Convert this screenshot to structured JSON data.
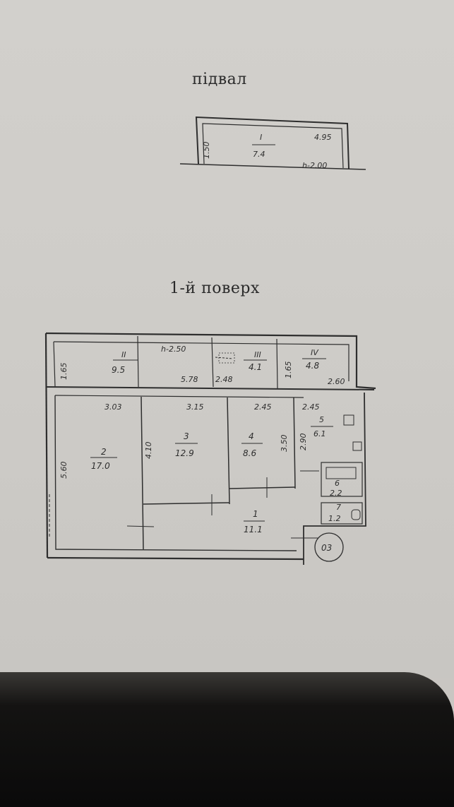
{
  "titles": {
    "basement": "підвал",
    "floor1": "1-й поверх"
  },
  "basement": {
    "room_number": "I",
    "area": "7.4",
    "dims": {
      "width": "4.95",
      "depth": "1.50"
    },
    "height": "h-2.00"
  },
  "floor1": {
    "height": "h-2.50",
    "room_labels": [
      {
        "num": "II",
        "area": "9.5"
      },
      {
        "num": "III",
        "area": "4.1"
      },
      {
        "num": "IV",
        "area": "4.8"
      },
      {
        "num": "2",
        "area": "17.0"
      },
      {
        "num": "3",
        "area": "12.9"
      },
      {
        "num": "4",
        "area": "8.6"
      },
      {
        "num": "5",
        "area": "6.1"
      },
      {
        "num": "1",
        "area": "11.1"
      },
      {
        "num": "6",
        "area": "2.2"
      },
      {
        "num": "7",
        "area": "1.2"
      }
    ],
    "dims": [
      "1.65",
      "5.78",
      "2.48",
      "1.65",
      "2.60",
      "3.03",
      "3.15",
      "2.45",
      "2.45",
      "5.60",
      "4.10",
      "3.50",
      "2.90"
    ],
    "stamp": "03"
  }
}
